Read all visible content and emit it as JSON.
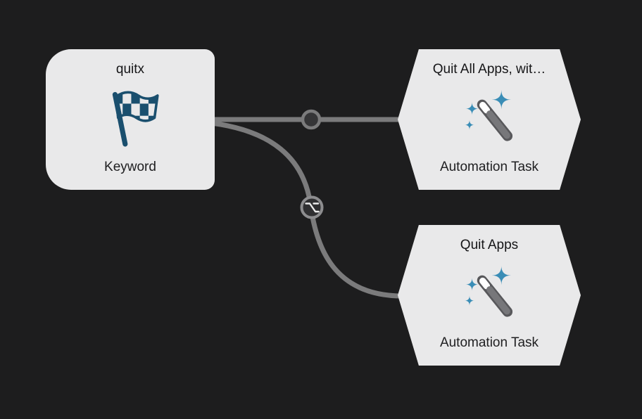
{
  "canvas": {
    "background_color": "#1d1d1e",
    "connector_color": "#7b7b7c"
  },
  "nodes": {
    "keyword": {
      "title": "quitx",
      "type_label": "Keyword",
      "icon": "checkered-flag-icon",
      "fill_color": "#e9e9ea"
    },
    "automation_top": {
      "title": "Quit All Apps, wit…",
      "type_label": "Automation Task",
      "icon": "magic-wand-icon",
      "fill_color": "#e9e9ea"
    },
    "automation_bottom": {
      "title": "Quit Apps",
      "type_label": "Automation Task",
      "icon": "magic-wand-icon",
      "fill_color": "#e9e9ea"
    }
  },
  "connections": [
    {
      "from": "keyword",
      "to": "automation_top",
      "modifier": "none"
    },
    {
      "from": "keyword",
      "to": "automation_bottom",
      "modifier": "option",
      "modifier_symbol": "⌥"
    }
  ],
  "icon_colors": {
    "flag": "#1a4f6e",
    "sparkles": "#3a8db6",
    "wand_body": "#77777a",
    "wand_outline": "#58585b",
    "wand_tip": "#ffffff"
  }
}
